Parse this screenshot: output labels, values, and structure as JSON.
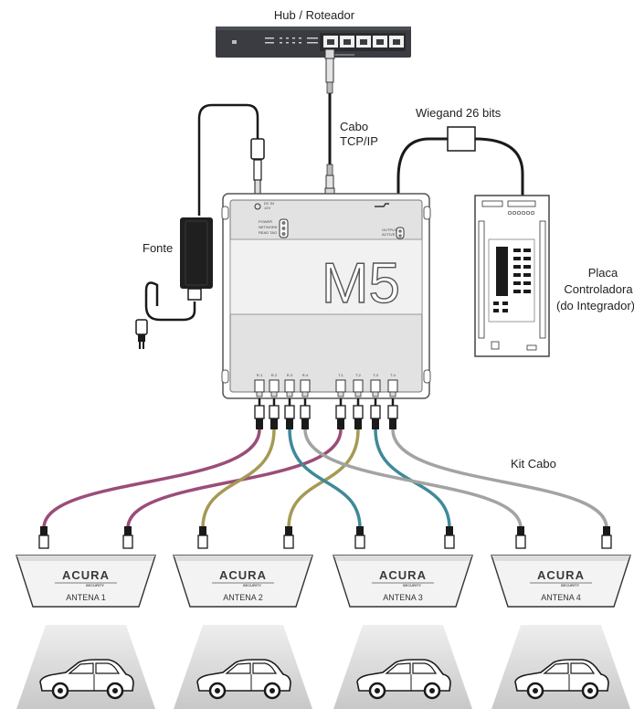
{
  "labels": {
    "hub": "Hub / Roteador",
    "cabo_line1": "Cabo",
    "cabo_line2": "TCP/IP",
    "wiegand": "Wiegand 26 bits",
    "fonte": "Fonte",
    "placa_line1": "Placa",
    "placa_line2": "Controladora",
    "placa_line3": "(do Integrador)",
    "kit_cabo": "Kit Cabo",
    "m5": "M5"
  },
  "brand": {
    "name": "ACURA",
    "tagline": "SECURITY"
  },
  "antennas": [
    {
      "label": "ANTENA 1"
    },
    {
      "label": "ANTENA 2"
    },
    {
      "label": "ANTENA 3"
    },
    {
      "label": "ANTENA 4"
    }
  ],
  "ports": [
    "R-1",
    "R-2",
    "R-3",
    "R-4",
    "T-1",
    "T-2",
    "T-3",
    "T-4"
  ],
  "cable_colors": {
    "antenna1": "#9b4d78",
    "antenna2": "#a59a55",
    "antenna3": "#3f8a98",
    "antenna4": "#a3a3a3",
    "power": "#1a1a1a"
  }
}
